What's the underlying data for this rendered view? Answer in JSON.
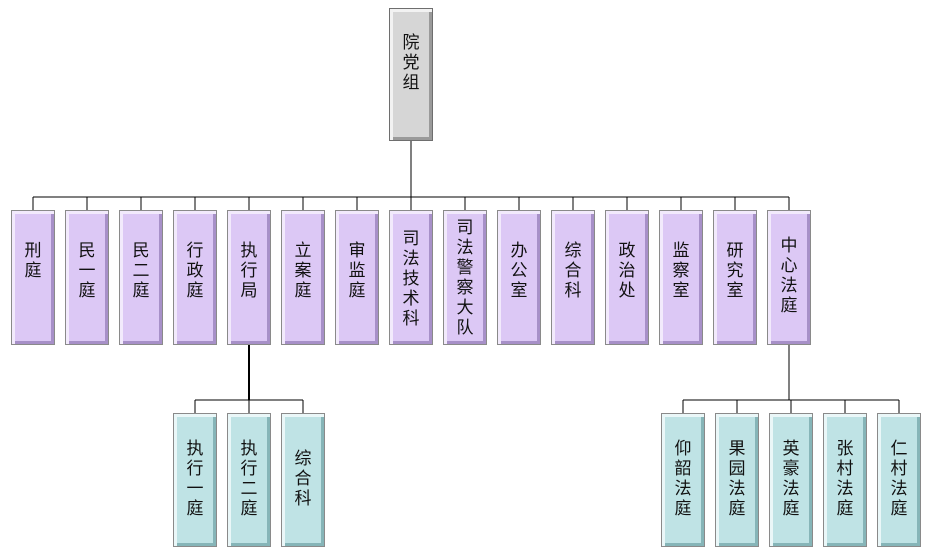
{
  "root": {
    "label": "院党组"
  },
  "departments": [
    {
      "id": "xingting",
      "label": "刑 庭"
    },
    {
      "id": "minyiting",
      "label": "民一庭"
    },
    {
      "id": "minerting",
      "label": "民二庭"
    },
    {
      "id": "xingzhengting",
      "label": "行政庭"
    },
    {
      "id": "zhixingju",
      "label": "执行局"
    },
    {
      "id": "lianting",
      "label": "立案庭"
    },
    {
      "id": "shenjianting",
      "label": "审监庭"
    },
    {
      "id": "sifajishuke",
      "label": "司法技术科"
    },
    {
      "id": "sifajingchadadui",
      "label": "司法警察大队"
    },
    {
      "id": "bangongshi",
      "label": "办公室"
    },
    {
      "id": "zongheke",
      "label": "综合科"
    },
    {
      "id": "zhengzhichu",
      "label": "政治处"
    },
    {
      "id": "jianchashi",
      "label": "监察室"
    },
    {
      "id": "yanjiushi",
      "label": "研究室"
    },
    {
      "id": "zhongxinfating",
      "label": "中心法庭"
    }
  ],
  "zhixingju_units": [
    {
      "id": "zhixingyiting",
      "label": "执行一庭"
    },
    {
      "id": "zhixingerting",
      "label": "执行二庭"
    },
    {
      "id": "zongheke2",
      "label": "综合科"
    }
  ],
  "zhongxin_units": [
    {
      "id": "yangshaofating",
      "label": "仰韶法庭"
    },
    {
      "id": "guoyuanfating",
      "label": "果园法庭"
    },
    {
      "id": "yinghaofating",
      "label": "英豪法庭"
    },
    {
      "id": "zhangcunfating",
      "label": "张村法庭"
    },
    {
      "id": "rencunfating",
      "label": "仁村法庭"
    }
  ]
}
